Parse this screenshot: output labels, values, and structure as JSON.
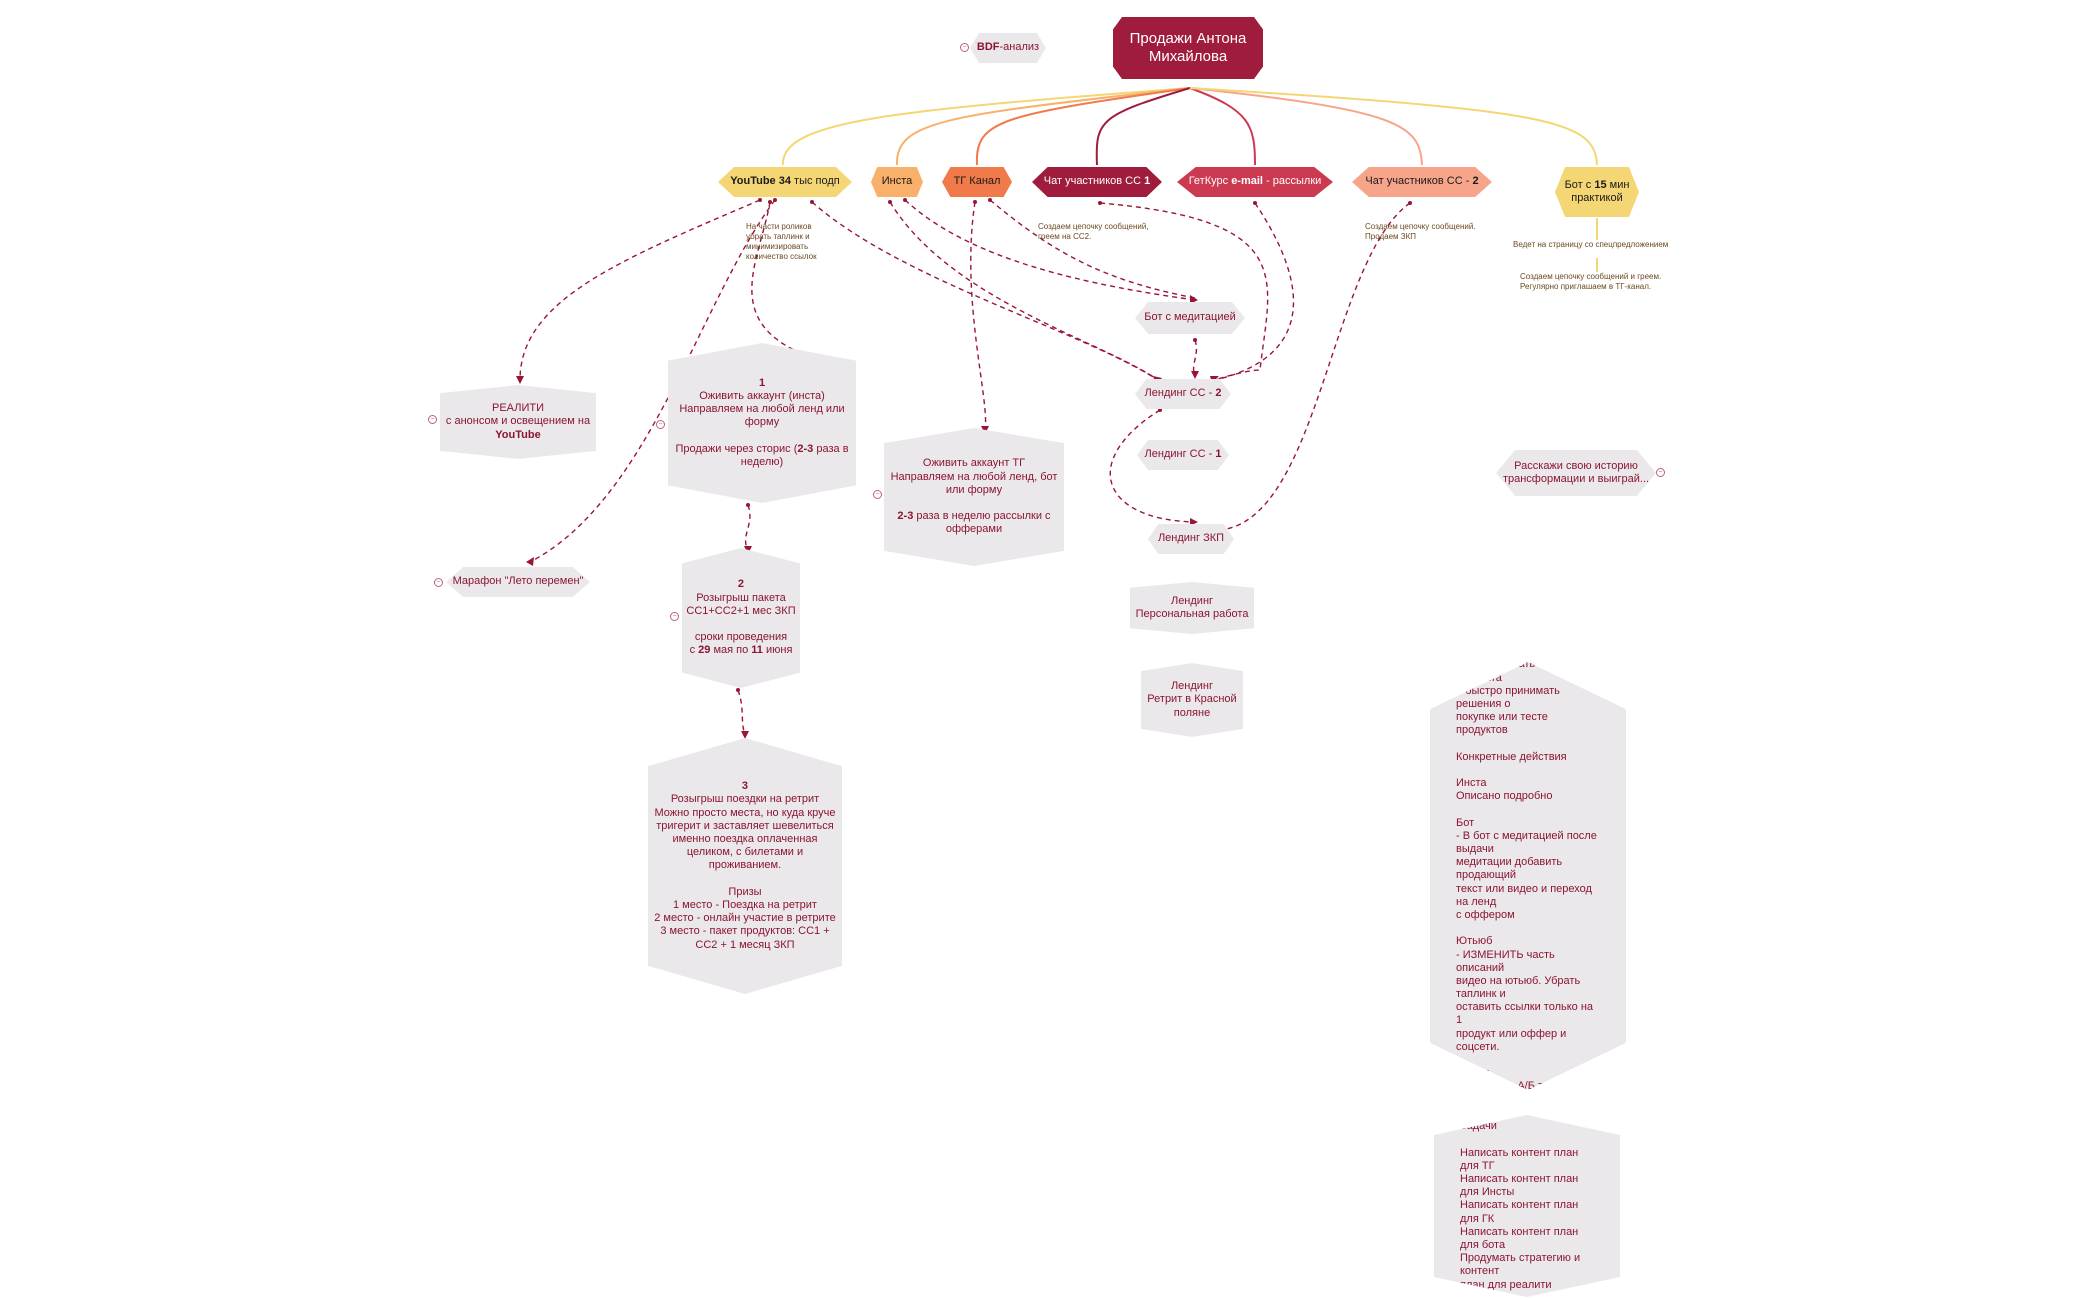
{
  "central": {
    "title": "Продажи Антона\nМихайлова"
  },
  "bdf": {
    "label_bold": "BDF",
    "label_rest": "-анализ"
  },
  "branches": {
    "youtube": {
      "bold": "YouTube 34",
      "rest": " тыс подп",
      "color": "#f4d774"
    },
    "insta": {
      "label": "Инста",
      "color": "#f9b06a"
    },
    "tg": {
      "label": "ТГ Канал",
      "color": "#f07a4a"
    },
    "chat1": {
      "label": "Чат участников СС ",
      "bold": "1",
      "color": "#a01c3c"
    },
    "getcourse": {
      "label": "ГетКурс ",
      "bold": "e-mail",
      "rest": " - рассылки",
      "color": "#cc3a52"
    },
    "chat2": {
      "label": "Чат участников СС - ",
      "bold": "2",
      "color": "#f7a58a"
    },
    "bot15": {
      "label": "Бот с ",
      "bold": "15",
      "rest": " мин\nпрактикой",
      "color": "#f4d774"
    }
  },
  "notes": {
    "youtube": "На части роликов\nубрать таплинк и\nминимизировать\nколичество ссылок",
    "chat1": "Создаем цепочку сообщений,\nгреем на СС2.",
    "chat2": "Создаем цепочку сообщений.\nПродаем ЗКП",
    "bot1": "Ведет на страницу со спецпредложением",
    "bot2": "Создаем цепочку сообщений и греем.\nРегулярно приглашаем в ТГ-канал."
  },
  "nodes": {
    "reality": {
      "l1": "РЕАЛИТИ",
      "l2": "с анонсом и освещением на",
      "l3": "YouTube"
    },
    "marathon": {
      "label": "Марафон \"Лето перемен\""
    },
    "step1": {
      "num": "1",
      "text": "Оживить аккаунт (инста)\nНаправляем на любой ленд или\nформу",
      "text2a": "Продажи через сторис (",
      "text2b": "2-3",
      "text2c": " раза в\nнеделю)"
    },
    "step2": {
      "num": "2",
      "text": "Розыгрыш пакета\nСС1+СС2+1 мес ЗКП",
      "l3": "сроки проведения",
      "l4a": "с ",
      "l4b": "29",
      "l4c": " мая по ",
      "l4d": "11",
      "l4e": " июня"
    },
    "step3": {
      "num": "3",
      "text": "Розыгрыш поездки на ретрит\nМожно просто места, но куда круче\nтригерит и заставляет шевелиться\nименно поездка оплаченная\nцеликом, с билетами и\nпроживанием.",
      "prizes": "Призы",
      "p1": "1 место - Поездка на ретрит",
      "p2": "2 место - онлайн участие в ретрите",
      "p3": "3 место - пакет продуктов: СС1 +\nСС2 + 1 месяц ЗКП"
    },
    "tgrevive": {
      "text": "Оживить аккаунт ТГ\nНаправляем на любой ленд, бот\nили форму",
      "b": "2-3",
      "rest": " раза в неделю рассылки с\nофферами"
    },
    "botmed": {
      "label": "Бот с медитацией"
    },
    "land2": {
      "label": "Лендинг СС - ",
      "bold": "2"
    },
    "land1": {
      "label": "Лендинг СС - ",
      "bold": "1"
    },
    "landzkp": {
      "label": "Лендинг ЗКП"
    },
    "landpers": {
      "label": "Лендинг\nПерсональная работа"
    },
    "landretreat": {
      "label": "Лендинг\nРетрит в Красной\nполяне"
    },
    "story": {
      "label": "Расскажи свою историю\nтрансформации и выиграй..."
    },
    "task": {
      "text": "Задача - упорядочить поток\nклиентов и дать им возможность\nлегко понимать структуру продукта\nи быстро принимать решения о\nпокупке или тесте продуктов\n\nКонкретные действия\n\nИнста\nОписано подробно\n\nБот\n- В бот с медитацией после выдачи\nмедитации добавить продающий\nтекст или видео и переход на ленд\nс оффером\n\nЮтьюб\n- ИЗМЕНИТЬ часть описаний\nвидео на ютьюб. Убрать таплинк и\nоставить ссылки только на 1\nпродукт или оффер и соцсети.\n\nЛэнды\n- Запустить А/Б тесты офферов,\nстатистику вести на дашборд в Амо"
    },
    "tasks2": {
      "text": "Задачи\n\nНаписать контент план для ТГ\nНаписать контент план для Инсты\nНаписать контент план для ГК\nНаписать контент план для бота\nПродумать стратегию и контент\nплан для реалити"
    }
  },
  "colors": {
    "central": "#a01c3c",
    "dashed": "#9a1535",
    "grey": "#ebe8ec",
    "text": "#8b1530"
  }
}
